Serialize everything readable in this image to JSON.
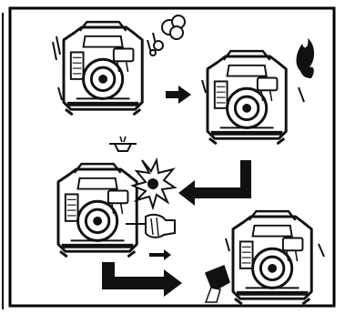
{
  "figure": {
    "description_kind": "engine-generator sequence illustration",
    "panel_count": 4,
    "arrow_count": 3
  },
  "colors": {
    "ink": "#111111",
    "paper": "#ffffff",
    "frame": "#000000",
    "shade": "#777777"
  },
  "icons": {
    "smoke": "smoke-puff-icon",
    "flame": "flame-icon",
    "spark": "spark-burst-icon",
    "hand": "hand-icon",
    "wrench": "wrench-icon"
  }
}
